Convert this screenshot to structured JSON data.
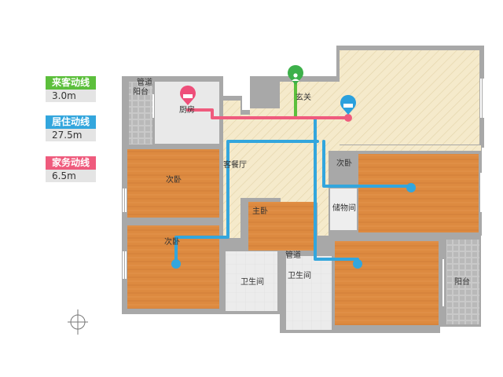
{
  "legend": [
    {
      "label": "来客动线",
      "value": "3.0m",
      "color": "#5cbf3c"
    },
    {
      "label": "居住动线",
      "value": "27.5m",
      "color": "#33a6dd"
    },
    {
      "label": "家务动线",
      "value": "6.5m",
      "color": "#ef5b7d"
    }
  ],
  "rooms": {
    "balcony_top_left": "阳台",
    "pipe_top": "管道",
    "kitchen": "厨房",
    "entrance": "玄关",
    "living_dining": "客餐厅",
    "bedroom_left_upper": "次卧",
    "bedroom_left_lower": "次卧",
    "bedroom_right_upper": "次卧",
    "storage": "储物间",
    "master_bedroom": "主卧",
    "pipe_mid": "管道",
    "bathroom_left": "卫生间",
    "bathroom_right": "卫生间",
    "balcony_right": "阳台"
  },
  "colors": {
    "wall": "#9a9a9a",
    "floor_wood": "#d9843c",
    "floor_tile": "#f3e7c8",
    "floor_grey": "#e6e6e6",
    "guest": "#5cbf3c",
    "living": "#33a6dd",
    "chores": "#ef5b7d"
  },
  "icons": [
    "person-icon",
    "bed-icon",
    "sofa-icon",
    "compass-icon"
  ]
}
